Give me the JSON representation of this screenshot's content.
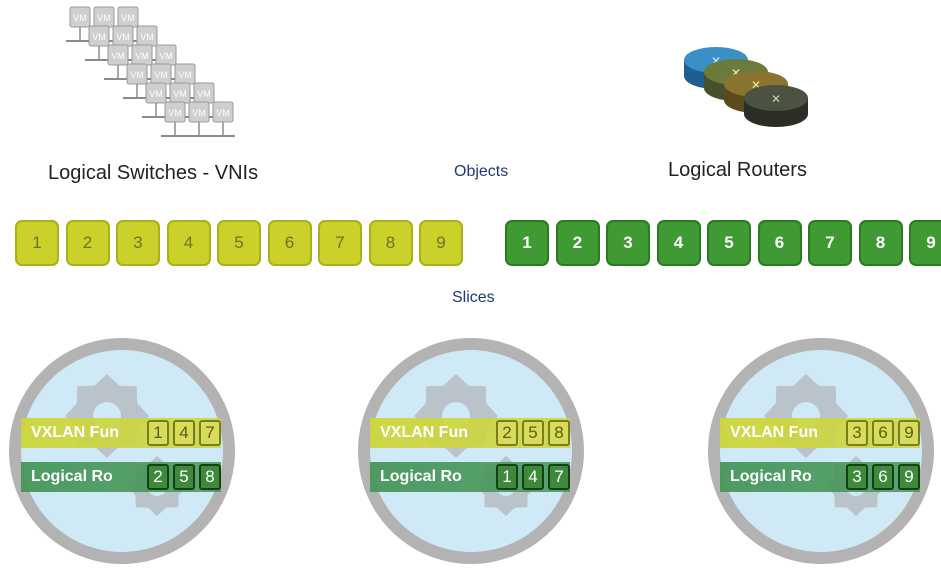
{
  "objects_caption": "Objects",
  "slices_caption": "Slices",
  "switches_title": "Logical Switches - VNIs",
  "routers_title": "Logical Routers",
  "vm_label": "VM",
  "switch_slices": [
    "1",
    "2",
    "3",
    "4",
    "5",
    "6",
    "7",
    "8",
    "9"
  ],
  "router_slices": [
    "1",
    "2",
    "3",
    "4",
    "5",
    "6",
    "7",
    "8",
    "9"
  ],
  "nodes": [
    {
      "vxlan_label": "VXLAN Fun",
      "vxlan_slices": [
        "1",
        "4",
        "7"
      ],
      "router_label": "Logical Ro",
      "router_slices": [
        "2",
        "5",
        "8"
      ]
    },
    {
      "vxlan_label": "VXLAN Fun",
      "vxlan_slices": [
        "2",
        "5",
        "8"
      ],
      "router_label": "Logical Ro",
      "router_slices": [
        "1",
        "4",
        "7"
      ]
    },
    {
      "vxlan_label": "VXLAN Fun",
      "vxlan_slices": [
        "3",
        "6",
        "9"
      ],
      "router_label": "Logical Ro",
      "router_slices": [
        "3",
        "6",
        "9"
      ]
    }
  ],
  "colors": {
    "switch_slice": "#c9d12a",
    "router_slice": "#3f9a34",
    "node_ring": "#b8b8b8",
    "node_fill": "#cfe9f6"
  }
}
